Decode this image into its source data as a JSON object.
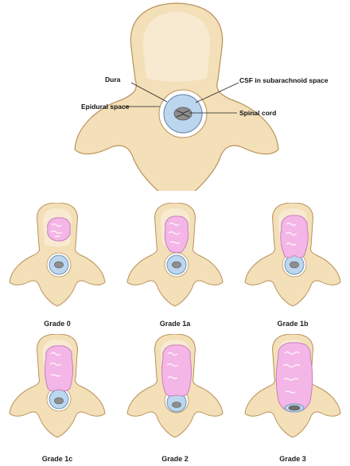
{
  "anatomy": {
    "labels": {
      "dura": "Dura",
      "csf": "CSF in subarachnoid space",
      "epidural": "Epidural space",
      "spinal_cord": "Spinal cord"
    }
  },
  "grades": [
    {
      "label": "Grade 0"
    },
    {
      "label": "Grade 1a"
    },
    {
      "label": "Grade 1b"
    },
    {
      "label": "Grade 1c"
    },
    {
      "label": "Grade 2"
    },
    {
      "label": "Grade 3"
    }
  ],
  "colors": {
    "bone": "#f3dfb8",
    "bone_stroke": "#b9925a",
    "dura": "#bcd6ee",
    "dura_stroke": "#6f93b6",
    "cord": "#8e8e8e",
    "lesion": "#f3b6e6",
    "lesion_stroke": "#c97fbd"
  }
}
